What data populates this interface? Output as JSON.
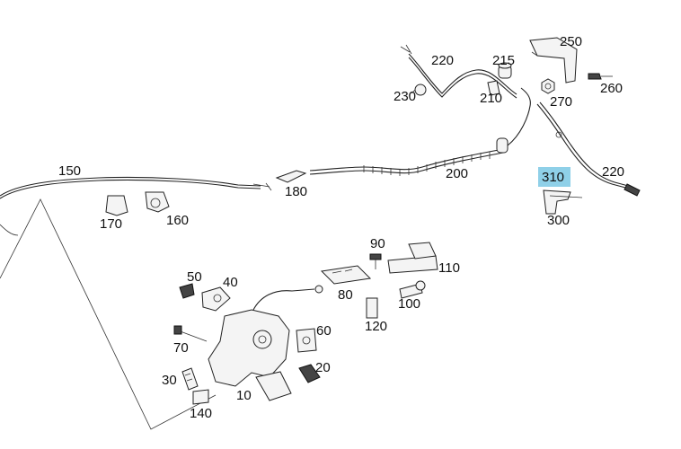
{
  "diagram": {
    "highlight_color": "#8fd0e8",
    "labels": {
      "l250": "250",
      "l220a": "220",
      "l215": "215",
      "l260": "260",
      "l230": "230",
      "l210": "210",
      "l270": "270",
      "l150": "150",
      "l200": "200",
      "l310": "310",
      "l220b": "220",
      "l180": "180",
      "l300": "300",
      "l170": "170",
      "l160": "160",
      "l90": "90",
      "l110": "110",
      "l50": "50",
      "l40": "40",
      "l80": "80",
      "l100": "100",
      "l120": "120",
      "l60": "60",
      "l70": "70",
      "l20": "20",
      "l30": "30",
      "l10": "10",
      "l140": "140"
    }
  }
}
